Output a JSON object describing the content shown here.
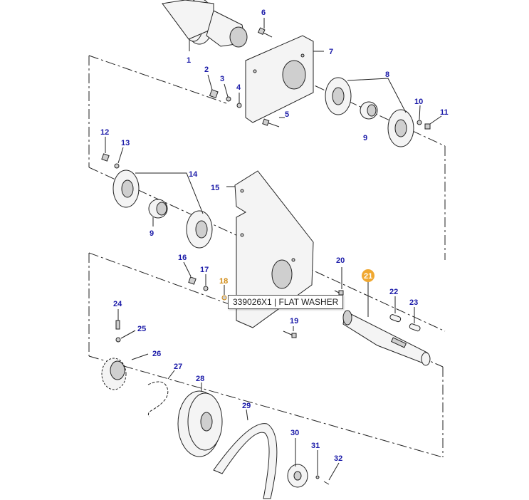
{
  "parts": [
    {
      "id": "1",
      "label": "1"
    },
    {
      "id": "2",
      "label": "2"
    },
    {
      "id": "3",
      "label": "3"
    },
    {
      "id": "4",
      "label": "4"
    },
    {
      "id": "5",
      "label": "5"
    },
    {
      "id": "6",
      "label": "6"
    },
    {
      "id": "7",
      "label": "7"
    },
    {
      "id": "8",
      "label": "8"
    },
    {
      "id": "9a",
      "label": "9"
    },
    {
      "id": "10",
      "label": "10"
    },
    {
      "id": "11",
      "label": "11"
    },
    {
      "id": "12",
      "label": "12"
    },
    {
      "id": "13",
      "label": "13"
    },
    {
      "id": "14",
      "label": "14"
    },
    {
      "id": "15",
      "label": "15"
    },
    {
      "id": "9b",
      "label": "9"
    },
    {
      "id": "16",
      "label": "16"
    },
    {
      "id": "17",
      "label": "17"
    },
    {
      "id": "18",
      "label": "18"
    },
    {
      "id": "19",
      "label": "19"
    },
    {
      "id": "20",
      "label": "20"
    },
    {
      "id": "21",
      "label": "21"
    },
    {
      "id": "22",
      "label": "22"
    },
    {
      "id": "23",
      "label": "23"
    },
    {
      "id": "24",
      "label": "24"
    },
    {
      "id": "25",
      "label": "25"
    },
    {
      "id": "26",
      "label": "26"
    },
    {
      "id": "27",
      "label": "27"
    },
    {
      "id": "28",
      "label": "28"
    },
    {
      "id": "29",
      "label": "29"
    },
    {
      "id": "30",
      "label": "30"
    },
    {
      "id": "31",
      "label": "31"
    },
    {
      "id": "32",
      "label": "32"
    }
  ],
  "tooltip": {
    "text": "339026X1 | FLAT WASHER"
  },
  "highlight": {
    "hovered_part": "18",
    "selected_part": "21",
    "hover_color": "#d08a12",
    "selected_color": "#f0a830"
  },
  "colors": {
    "label": "#1a1aa8",
    "line": "#222222"
  }
}
